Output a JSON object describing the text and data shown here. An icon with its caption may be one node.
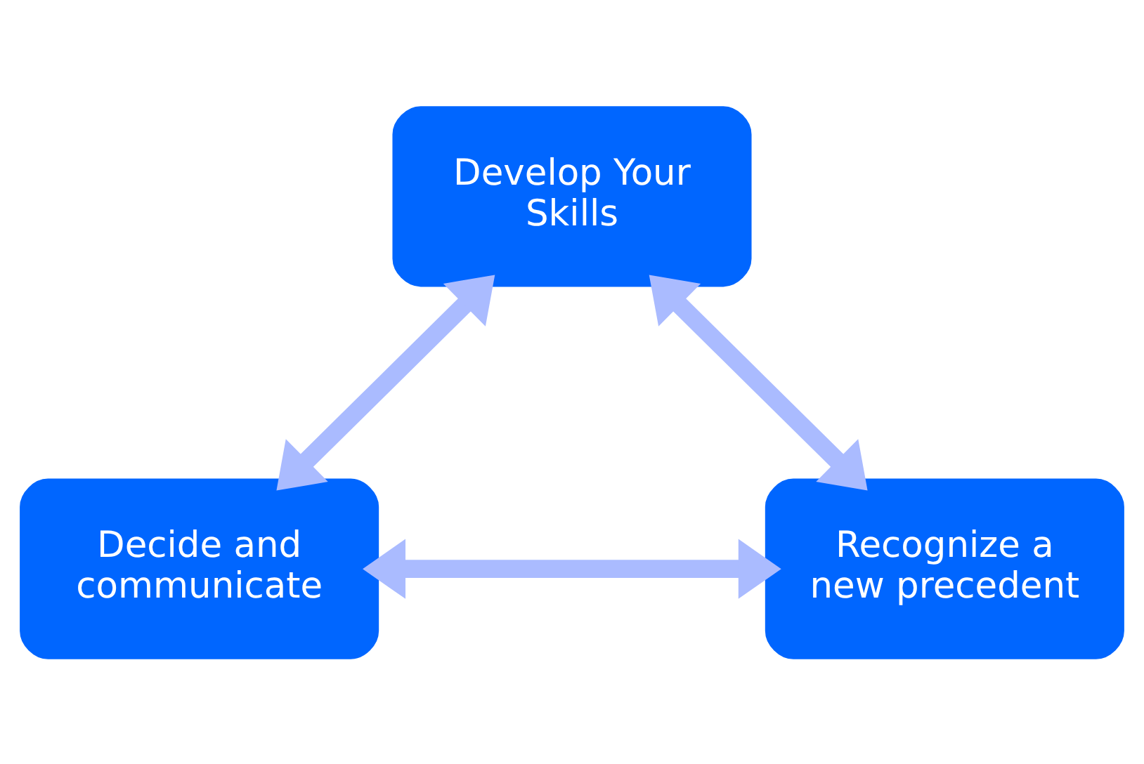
{
  "diagram": {
    "nodes": [
      {
        "text": [
          "Develop Your Skills"
        ]
      },
      {
        "text": [
          "Decide and communicate"
        ]
      },
      {
        "text": [
          "Recognize a new precedent"
        ]
      }
    ],
    "edges": [
      {
        "from": 1,
        "to": 0,
        "arrow": "both"
      },
      {
        "from": 0,
        "to": 2,
        "arrow": "both"
      },
      {
        "from": 1,
        "to": 2,
        "arrow": "both"
      }
    ]
  }
}
